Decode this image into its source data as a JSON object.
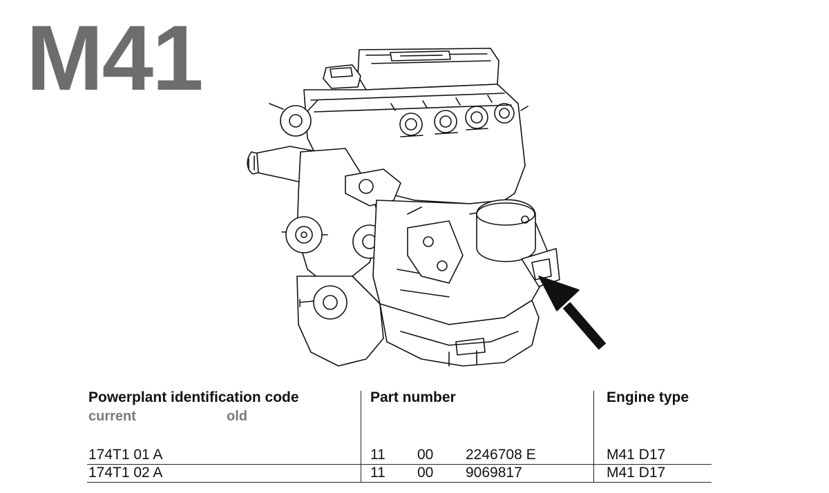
{
  "document": {
    "title": "M41",
    "illustration_icon": "engine-assembly-illustration",
    "pointer_icon": "arrow-pointer-icon"
  },
  "table": {
    "headers": {
      "id_code": "Powerplant identification code",
      "part_number": "Part number",
      "engine_type": "Engine type"
    },
    "subheaders": {
      "current": "current",
      "old": "old"
    },
    "rows": [
      {
        "id_current": "174T1 01 A",
        "pn_group": "11",
        "pn_sub": "00",
        "pn_number": "2246708 E",
        "engine_type": "M41 D17"
      },
      {
        "id_current": "174T1 02 A",
        "pn_group": "11",
        "pn_sub": "00",
        "pn_number": "9069817",
        "engine_type": "M41 D17"
      }
    ]
  },
  "colors": {
    "title": "#6d6d6d",
    "subheader": "#7a7a7a",
    "ink": "#111111"
  }
}
